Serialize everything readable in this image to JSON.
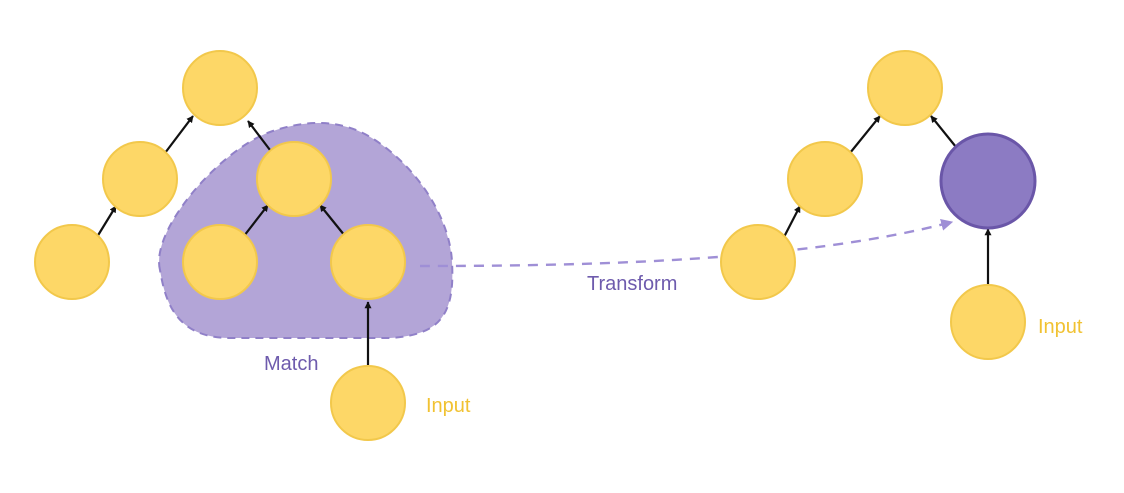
{
  "labels": {
    "match": "Match",
    "transform": "Transform",
    "input_left": "Input",
    "input_right": "Input"
  },
  "colors": {
    "node_fill": "#FDD767",
    "node_stroke": "#F2C84B",
    "replaced_node_fill": "#8C7BC3",
    "replaced_node_stroke": "#6A56A8",
    "match_region_fill": "#B3A5D7",
    "match_region_stroke": "#9080C8",
    "transform_arrow": "#9F8FD6",
    "input_label": "#F1C232",
    "purple_label": "#6E5BAD",
    "edge": "#111111"
  },
  "icons": {
    "edge_head": "arrowhead-icon",
    "transform_head": "dashed-arrowhead-icon"
  }
}
